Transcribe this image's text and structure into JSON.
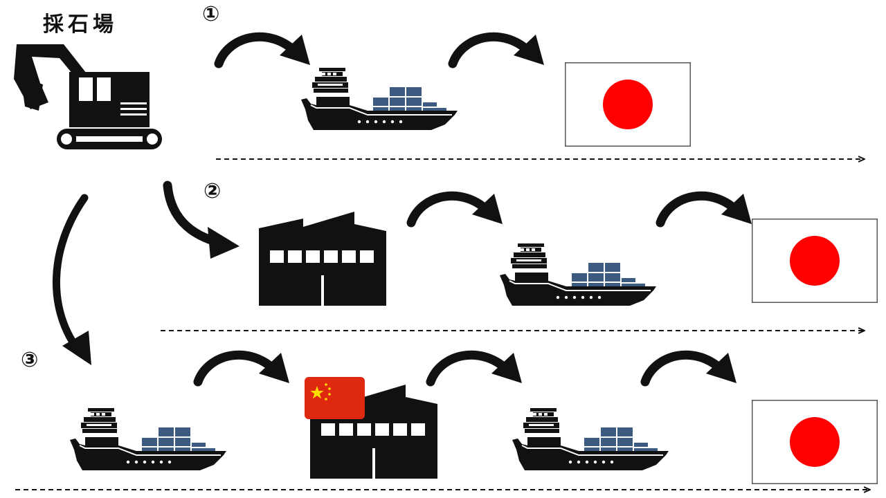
{
  "quarry": {
    "label": "採石場"
  },
  "routes": [
    {
      "number": "①",
      "steps": [
        "ship",
        "japan-flag"
      ]
    },
    {
      "number": "②",
      "steps": [
        "factory",
        "ship",
        "japan-flag"
      ]
    },
    {
      "number": "③",
      "steps": [
        "ship",
        "china-factory",
        "ship",
        "japan-flag"
      ]
    }
  ],
  "icons": [
    "excavator-icon",
    "cargo-ship-icon",
    "factory-icon",
    "japan-flag-icon",
    "china-flag-icon",
    "curved-arrow-icon"
  ],
  "colors": {
    "ink": "#111111",
    "container_blue": "#3d5a80",
    "japan_red": "#ff0000",
    "china_red": "#de2910",
    "china_star": "#ffde00"
  }
}
